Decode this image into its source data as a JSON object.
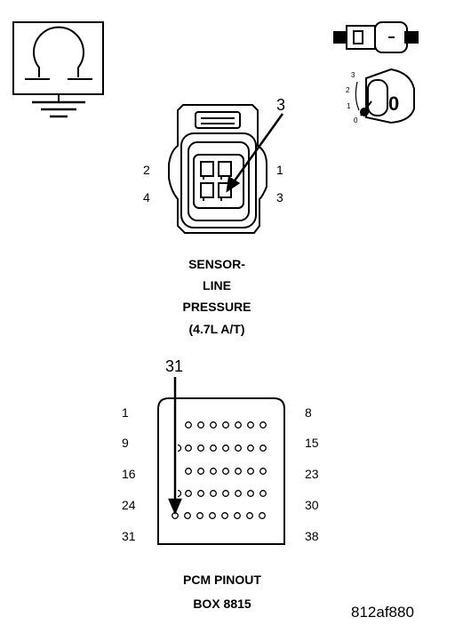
{
  "sensor_connector": {
    "callout": "3",
    "pins_left": [
      "2",
      "4"
    ],
    "pins_right": [
      "1",
      "3"
    ],
    "caption": [
      "SENSOR-",
      "LINE",
      "PRESSURE",
      "(4.7L A/T)"
    ]
  },
  "pcm_connector": {
    "callout": "31",
    "row_labels_left": [
      "1",
      "9",
      "16",
      "24",
      "31"
    ],
    "row_labels_right": [
      "8",
      "15",
      "23",
      "30",
      "38"
    ],
    "caption": [
      "PCM PINOUT",
      "BOX 8815"
    ]
  },
  "ignition_key": {
    "positions": [
      "3",
      "2",
      "1",
      "0"
    ],
    "key_label": "0"
  },
  "figure_id": "812af880",
  "icons": [
    "ground-symbol-icon",
    "ignition-switch-icon",
    "key-icon"
  ]
}
